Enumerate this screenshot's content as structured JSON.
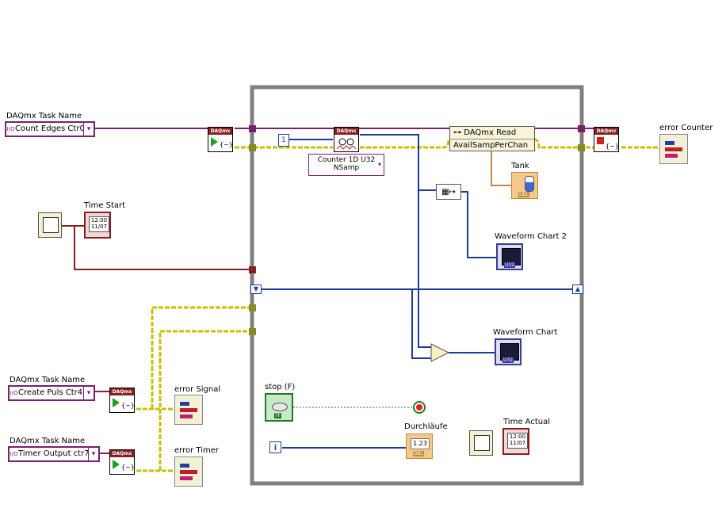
{
  "labels": {
    "task_name_1": "DAQmx Task Name",
    "task_name_2": "DAQmx Task Name",
    "task_name_3": "DAQmx Task Name",
    "time_start": "Time Start",
    "error_counter": "error Counter",
    "error_signal": "error Signal",
    "error_timer": "error Timer",
    "tank": "Tank",
    "waveform_chart_2": "Waveform Chart 2",
    "waveform_chart": "Waveform Chart",
    "stop": "stop (F)",
    "durchlaeufe": "Durchläufe",
    "time_actual": "Time Actual"
  },
  "controls": {
    "task_ctr0": "Count Edges Ctr0",
    "task_ctr4": "Create Puls Ctr4",
    "task_ctr7": "Timer Output ctr7"
  },
  "nodes": {
    "daqmx_header": "DAQmx",
    "daqmx_read": "DAQmx Read",
    "avail_samp": "AvailSampPerChan",
    "counter_mode_line1": "Counter 1D U32",
    "counter_mode_line2": "NSamp",
    "const_one": "1",
    "iteration": "i"
  },
  "indicator_tags": {
    "tank": "DBL",
    "durchlaeufe_value": "1.23",
    "durchlaeufe_type": "DBL",
    "chart2_type": "U32",
    "chart_type": "U32",
    "stop_type": "TF",
    "time_text": "12:00",
    "date_text": "11/07"
  },
  "colors": {
    "wire_task": "#7a1f6e",
    "wire_error": "#c8c000",
    "wire_int": "#1f3a9a",
    "wire_time": "#8a1f1f",
    "wire_bool": "#1f7a1f",
    "loop_frame": "#808080"
  }
}
